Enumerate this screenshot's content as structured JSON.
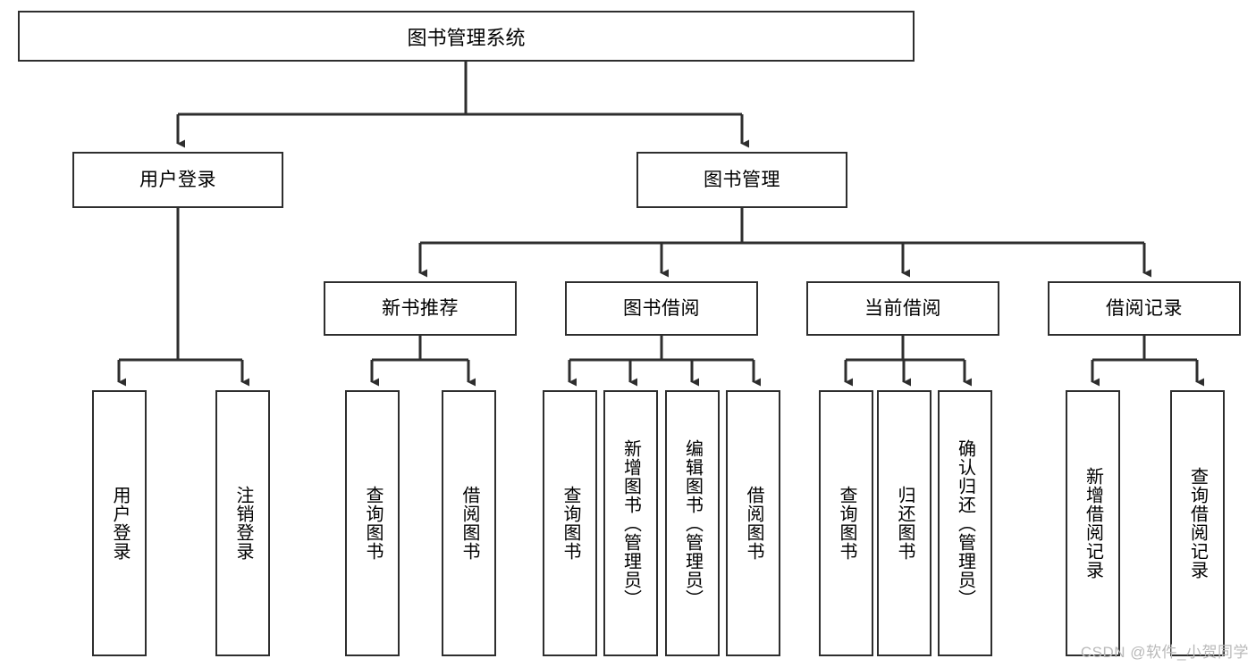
{
  "diagram": {
    "title": "图书管理系统",
    "root": {
      "label": "图书管理系统"
    },
    "level2": [
      {
        "label": "用户登录"
      },
      {
        "label": "图书管理"
      }
    ],
    "level3": [
      {
        "label": "新书推荐"
      },
      {
        "label": "图书借阅"
      },
      {
        "label": "当前借阅"
      },
      {
        "label": "借阅记录"
      }
    ],
    "leaves": {
      "user_login": [
        {
          "label": "用户登录"
        },
        {
          "label": "注销登录"
        }
      ],
      "new_book_recommend": [
        {
          "label": "查询图书"
        },
        {
          "label": "借阅图书"
        }
      ],
      "book_borrow": [
        {
          "label": "查询图书"
        },
        {
          "label": "新增图书（管理员）"
        },
        {
          "label": "编辑图书（管理员）"
        },
        {
          "label": "借阅图书"
        }
      ],
      "current_borrow": [
        {
          "label": "查询图书"
        },
        {
          "label": "归还图书"
        },
        {
          "label": "确认归还（管理员）"
        }
      ],
      "borrow_record": [
        {
          "label": "新增借阅记录"
        },
        {
          "label": "查询借阅记录"
        }
      ]
    }
  },
  "watermark": {
    "text": "CSDN @软件_小贺同学"
  },
  "colors": {
    "stroke": "#2e2e2e",
    "background": "#ffffff",
    "watermark": "#b9b9b9"
  }
}
